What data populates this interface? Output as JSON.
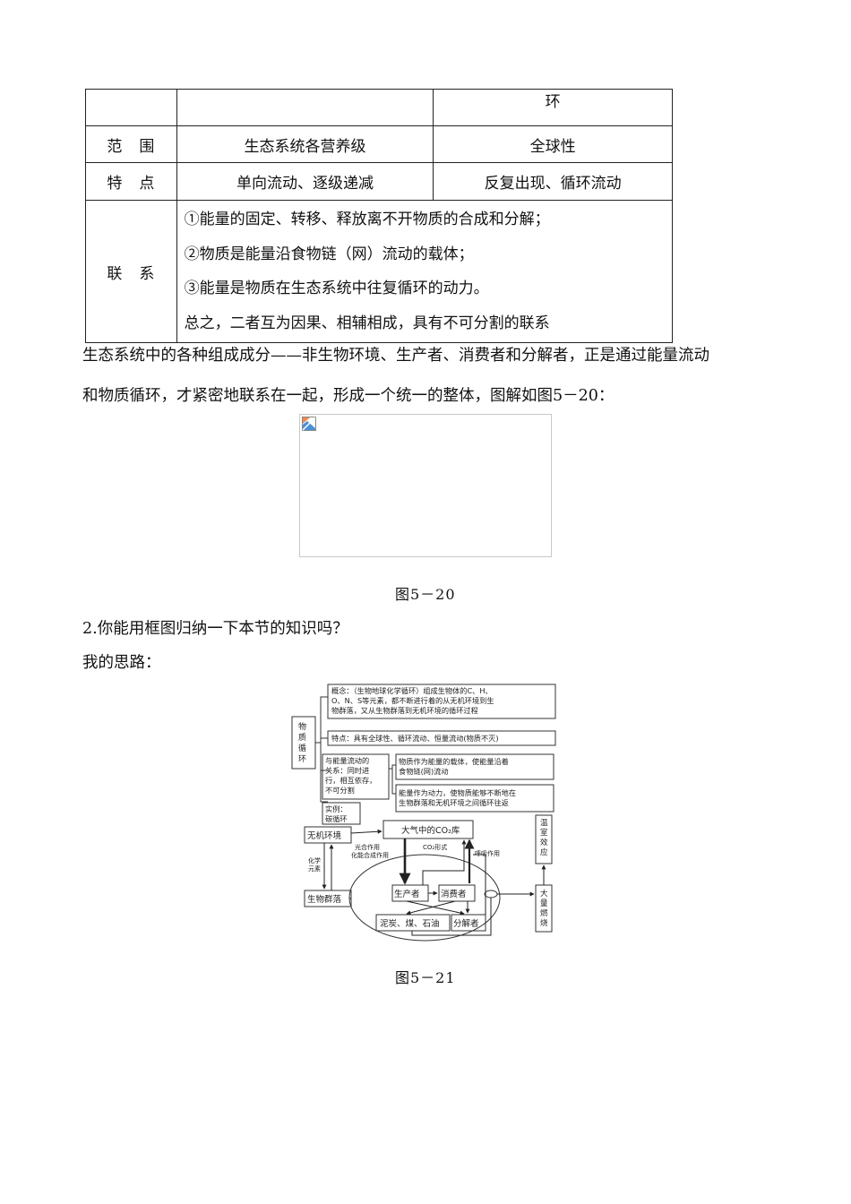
{
  "table": {
    "header": {
      "col1": "",
      "col2": "",
      "col3": "环"
    },
    "rows": [
      {
        "label": "范　围",
        "energy": "生态系统各营养级",
        "matter": "全球性"
      },
      {
        "label": "特　点",
        "energy": "单向流动、逐级递减",
        "matter": "反复出现、循环流动"
      }
    ],
    "relation": {
      "label": "联　系",
      "lines": [
        "①能量的固定、转移、释放离不开物质的合成和分解；",
        "②物质是能量沿食物链（网）流动的载体；",
        "③能量是物质在生态系统中往复循环的动力。",
        "总之，二者互为因果、相辅相成，具有不可分割的联系"
      ]
    }
  },
  "paragraph": {
    "line1": "生态系统中的各种组成成分——非生物环境、生产者、消费者和分解者，正是通过能量流动",
    "line2": "和物质循环，才紧密地联系在一起，形成一个统一的整体，图解如图5－20："
  },
  "figure1": {
    "caption": "图5－20",
    "icon": "broken-image-icon"
  },
  "question": "2.你能用框图归纳一下本节的知识吗？",
  "thinking_label": "我的思路：",
  "figure2": {
    "caption": "图5－21",
    "root": "物质循环",
    "concept": [
      "概念：（生物地球化学循环）组成生物体的C、H、",
      "O、N、S等元素，都不断进行着的从无机环境到生",
      "物群落，又从生物群落到无机环境的循环过程"
    ],
    "feature": "特点：具有全球性、循环流动、恒量流动(物质不灭)",
    "relation_label": [
      "与能量流动的",
      "关系：同时进",
      "行，相互依存，",
      "不可分割"
    ],
    "relation_a": [
      "物质作为能量的载体，使能量沿着",
      "食物链(网)流动"
    ],
    "relation_b": [
      "能量作为动力，使物质能够不断地在",
      "生物群落和无机环境之间循环往返"
    ],
    "example": [
      "实例：",
      "碳循环"
    ],
    "inorganic": "无机环境",
    "community": "生物群落",
    "chem_elements": [
      "化学",
      "元素"
    ],
    "co2_pool": "大气中的CO₂库",
    "photosynthesis": [
      "光合作用",
      "化能合成作用"
    ],
    "co2_form": "CO₂形式",
    "respiration": "呼吸作用",
    "producer": "生产者",
    "consumer": "消费者",
    "fossil": "泥炭、煤、石油",
    "decomposer": "分解者",
    "greenhouse": "温室效应",
    "burning": "大量燃烧"
  }
}
